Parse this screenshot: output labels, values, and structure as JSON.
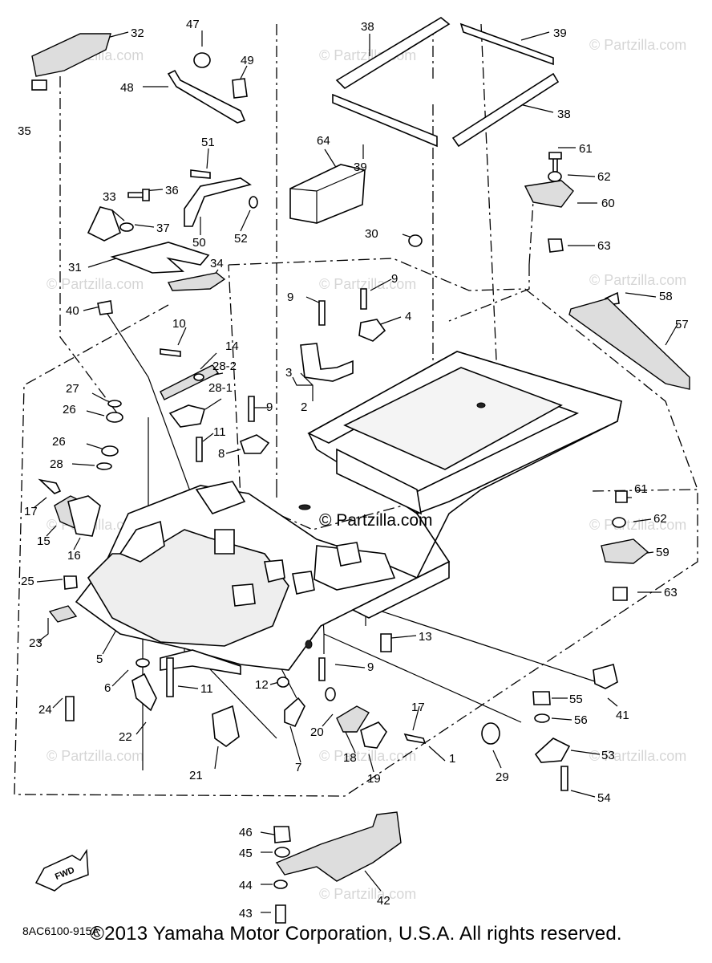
{
  "diagram": {
    "code": "8AC6100-915A",
    "fwd_label": "FWD",
    "watermarks": [
      "© Partzilla.com",
      "© Partzilla.com",
      "© Partzilla.com",
      "© Partzilla.com",
      "© Partzilla.com",
      "© Partzilla.com",
      "© Partzilla.com",
      "© Partzilla.com",
      "© Partzilla.com",
      "© Partzilla.com",
      "© Partzilla.com",
      "© Partzilla.com"
    ],
    "center_watermark": "© Partzilla.com",
    "callouts": [
      "32",
      "35",
      "47",
      "49",
      "48",
      "38",
      "39",
      "38",
      "39",
      "64",
      "51",
      "36",
      "33",
      "37",
      "50",
      "52",
      "31",
      "34",
      "61",
      "62",
      "60",
      "63",
      "30",
      "9",
      "9",
      "4",
      "58",
      "57",
      "40",
      "10",
      "14",
      "28-2",
      "3",
      "2",
      "28-1",
      "27",
      "26",
      "9",
      "26",
      "11",
      "8",
      "28",
      "17",
      "15",
      "16",
      "25",
      "23",
      "5",
      "6",
      "11",
      "22",
      "24",
      "12",
      "9",
      "13",
      "61",
      "62",
      "59",
      "63",
      "41",
      "55",
      "56",
      "53",
      "54",
      "17",
      "20",
      "7",
      "21",
      "18",
      "19",
      "1",
      "29",
      "46",
      "45",
      "44",
      "43",
      "42"
    ]
  },
  "footer": {
    "copyright": "©2013 Yamaha Motor Corporation, U.S.A. All rights reserved."
  }
}
